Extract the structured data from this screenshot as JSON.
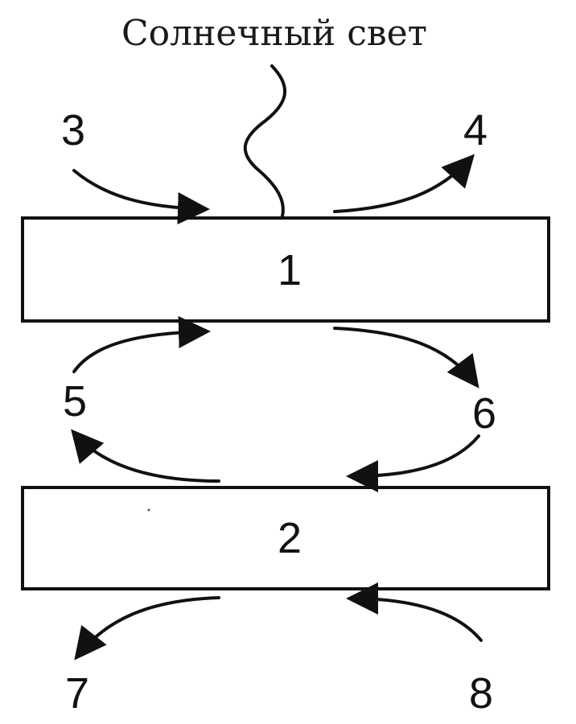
{
  "diagram": {
    "title": "Солнечный свет",
    "upper_box_label": "1",
    "lower_box_label": "2",
    "labels": {
      "n3": "3",
      "n4": "4",
      "n5": "5",
      "n6": "6",
      "n7": "7",
      "n8": "8"
    }
  }
}
